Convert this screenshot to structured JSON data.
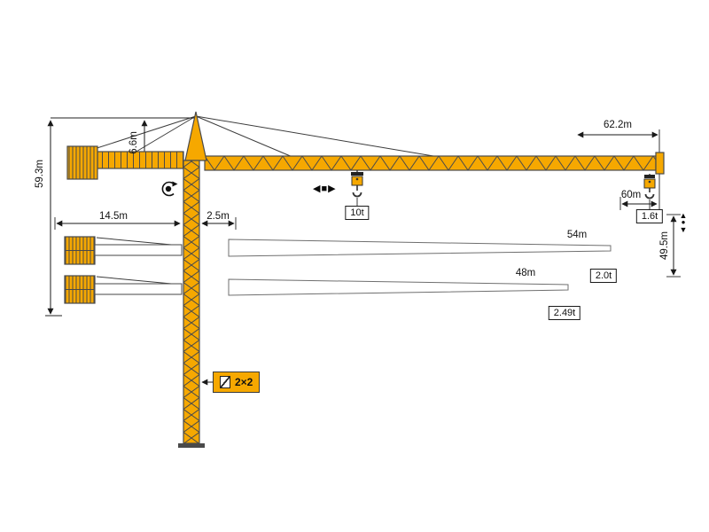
{
  "dim_labels": {
    "jib_length": "62.2m",
    "head_height": "6.6m",
    "tower_height": "59.3m",
    "counterjib_radius": "14.5m",
    "rear_offset": "2.5m",
    "tip_radius": "60m",
    "hook_height": "49.5m"
  },
  "load_labels": {
    "max_hook_load": "10t",
    "tip_load_62m": "1.6t",
    "tip_load_54m": "2.0t",
    "tip_load_48m": "2.49t"
  },
  "jib_variants": {
    "variant_54": "54m",
    "variant_48": "48m"
  },
  "mast": {
    "section_label": "2×2"
  },
  "icons": {
    "trolley_left": "◀",
    "trolley_block": "■",
    "trolley_right": "▶",
    "hoist_up": "▲",
    "hoist_dot": "●",
    "hoist_down": "▼",
    "slewing": "rotate-arrow"
  },
  "colors": {
    "crane_yellow": "#F6A800",
    "outline": "#4a4a4a",
    "dimension": "#222222"
  }
}
